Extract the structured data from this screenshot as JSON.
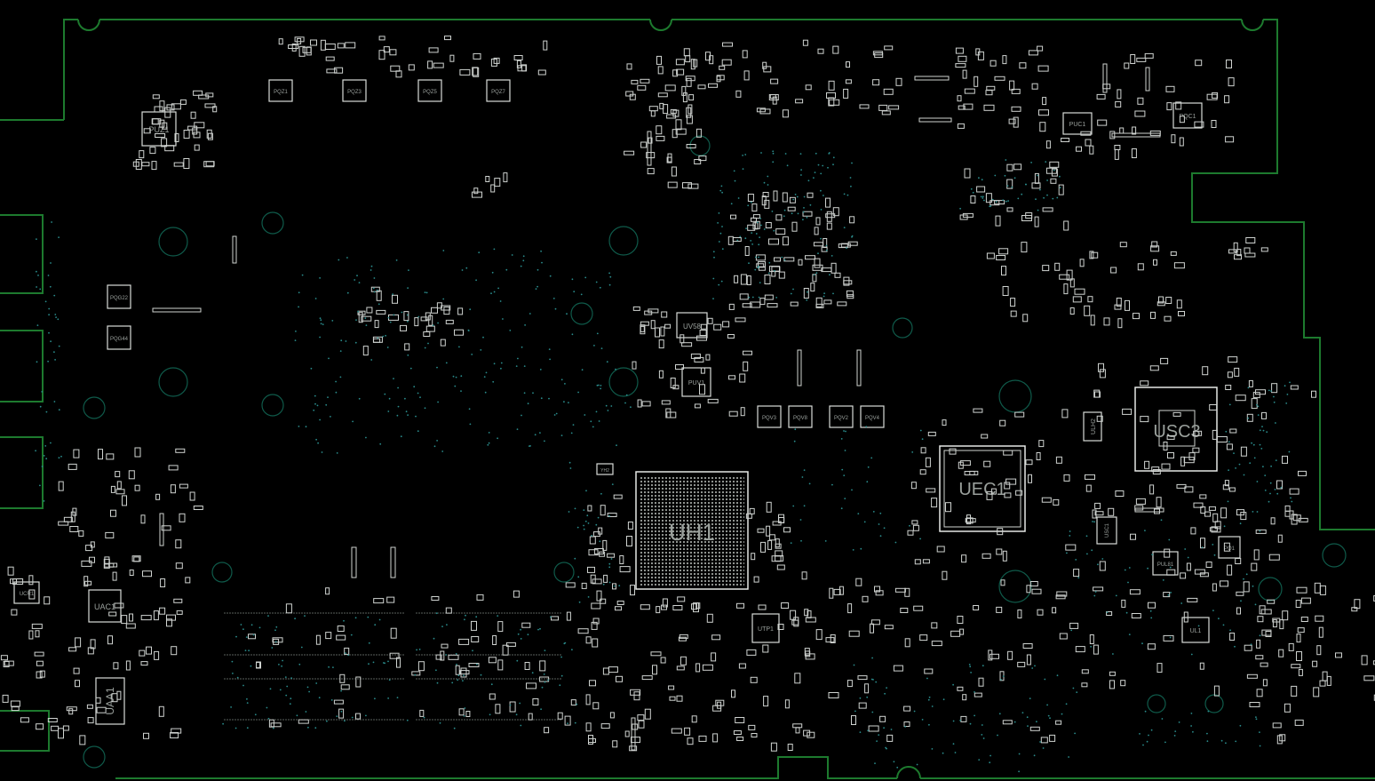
{
  "title": "",
  "colors": {
    "background": "#000000",
    "board_outline": "#1d7a2e",
    "silkscreen": "#d8dcd9",
    "via": "#2a8c8c",
    "label": "#9aa09c"
  },
  "components": {
    "uh1": "UH1",
    "uec1": "UEC1",
    "usc3": "USC3",
    "puz1": "PUZ1",
    "pqz1": "PQZ1",
    "pqz3": "PQZ3",
    "pqz5": "PQZ5",
    "pqz7": "PQZ7",
    "pqg22": "PQG22",
    "pqg44": "PQG44",
    "uv58": "UV58",
    "puv1": "PUV1",
    "pqv3": "PQV3",
    "pqv8": "PQV8",
    "pqv2": "PQV2",
    "pqv4": "PQV4",
    "puc1": "PUC1",
    "pqc1": "PQC1",
    "uac1": "UAC1",
    "uaa1": "UAA1",
    "utp1": "UTP1",
    "ul1": "UL1",
    "ulh2": "ULH2",
    "pulg1": "PUL81",
    "pq1": "PQ1",
    "ucr1": "UCR1",
    "usc1": "USC1",
    "yh2": "YH2"
  }
}
